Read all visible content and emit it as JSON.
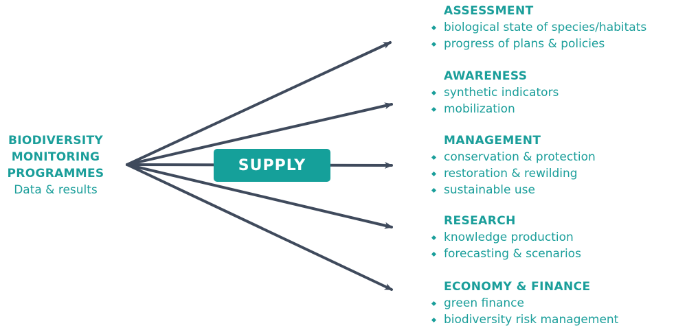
{
  "source": {
    "line1": "BIODIVERSITY",
    "line2": "MONITORING",
    "line3": "PROGRAMMES",
    "subtitle": "Data & results"
  },
  "supply_label": "SUPPLY",
  "colors": {
    "teal_text": "#1a9e9a",
    "supply_box": "#15a09a",
    "arrow": "#3f4a5c"
  },
  "targets": [
    {
      "heading": "ASSESSMENT",
      "items": [
        "biological state of species/habitats",
        "progress of plans & policies"
      ]
    },
    {
      "heading": "AWARENESS",
      "items": [
        "synthetic indicators",
        "mobilization"
      ]
    },
    {
      "heading": "MANAGEMENT",
      "items": [
        "conservation & protection",
        "restoration & rewilding",
        "sustainable use"
      ]
    },
    {
      "heading": "RESEARCH",
      "items": [
        "knowledge production",
        "forecasting & scenarios"
      ]
    },
    {
      "heading": "ECONOMY & FINANCE",
      "items": [
        "green finance",
        "biodiversity risk management"
      ]
    }
  ]
}
